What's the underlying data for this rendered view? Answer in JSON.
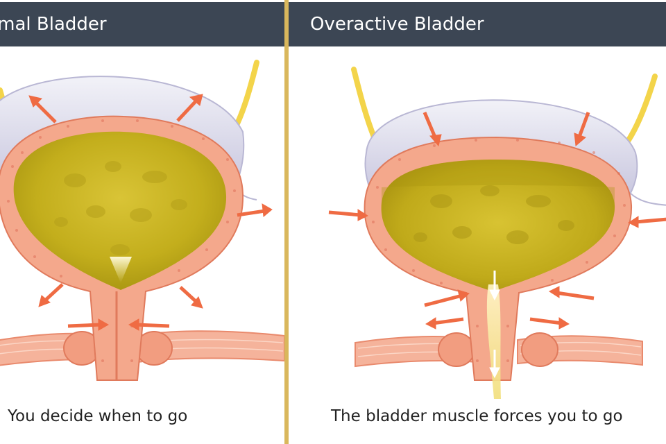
{
  "colors": {
    "frame_gold": "#d9b75c",
    "header_bg": "#3c4654",
    "header_text": "#ffffff",
    "urine": "#c8b41e",
    "bladder_wall": "#f4a88c",
    "arrow": "#ef6b43",
    "peritoneum": "#d9d8eb",
    "ureter": "#f3d44a"
  },
  "panels": [
    {
      "title": "ormal Bladder",
      "caption": "You decide when to go",
      "state": "normal"
    },
    {
      "title": "Overactive Bladder",
      "caption": "The bladder muscle forces you to go",
      "state": "overactive"
    }
  ]
}
